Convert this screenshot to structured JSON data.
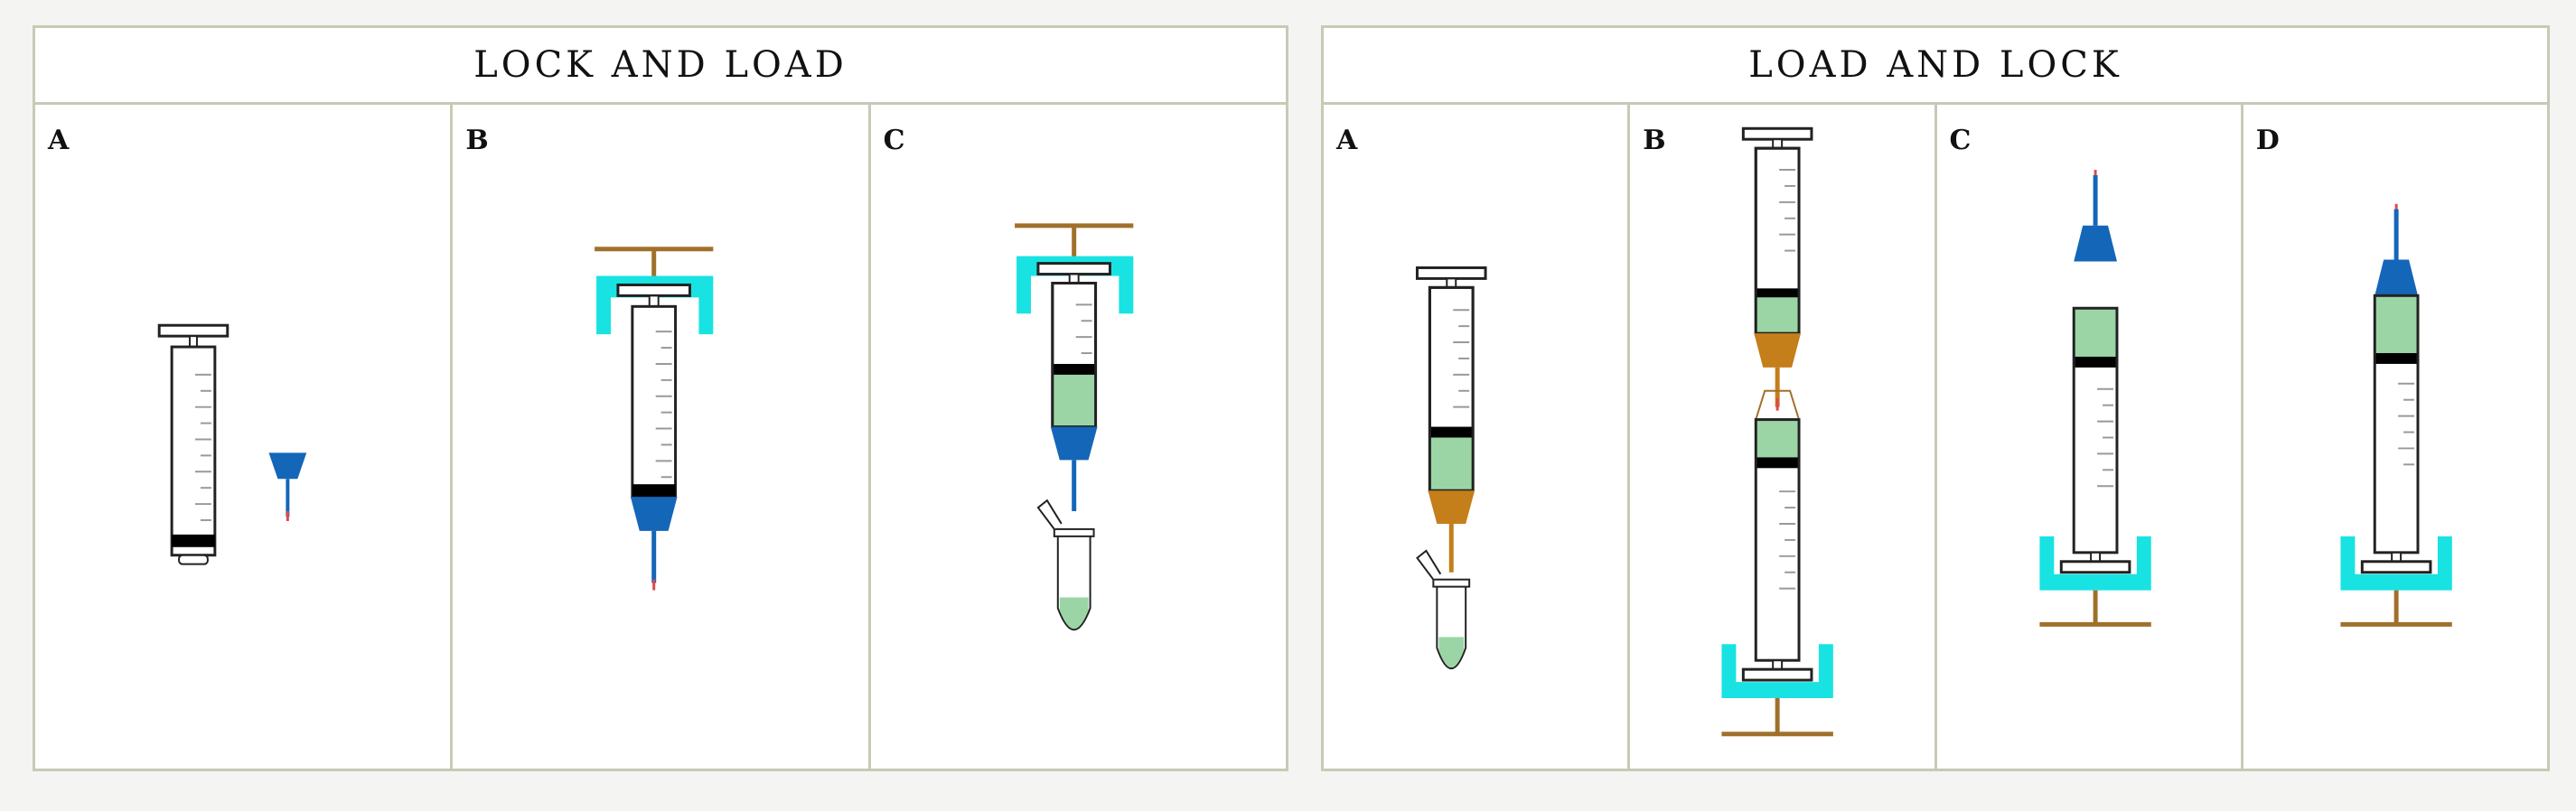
{
  "panels": [
    {
      "title": "LOCK AND LOAD",
      "steps": [
        "A",
        "B",
        "C"
      ]
    },
    {
      "title": "LOAD AND LOCK",
      "steps": [
        "A",
        "B",
        "C",
        "D"
      ]
    }
  ],
  "colors": {
    "barrel_outline": "#222222",
    "plunger_stopper": "#000000",
    "liquid": "#9bd5a6",
    "tip_blue": "#1466b8",
    "tip_orange": "#c47e1a",
    "clamp_cyan": "#19e2e2",
    "stand_brown": "#a0702b",
    "needle_red": "#e0484a",
    "border": "#c9c9b6"
  }
}
